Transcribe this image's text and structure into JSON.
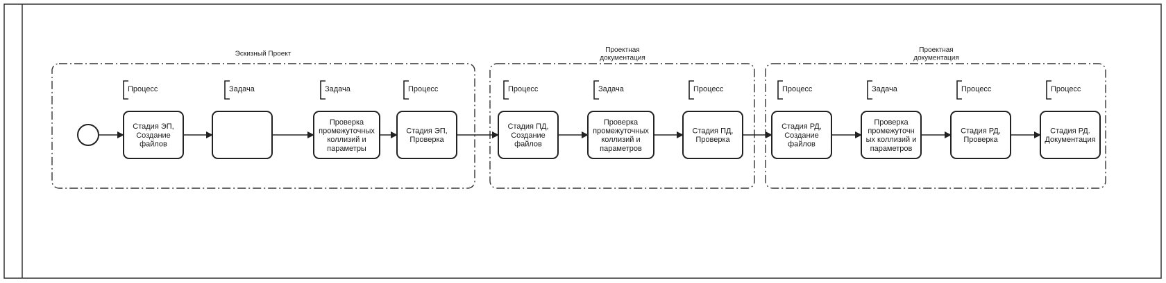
{
  "pool": {
    "name": ""
  },
  "groups": [
    {
      "id": "g1",
      "title": "Эскизный Проект"
    },
    {
      "id": "g2",
      "title": "Проектная документация"
    },
    {
      "id": "g3",
      "title": "Проектная документация"
    }
  ],
  "events": [
    {
      "id": "start",
      "type": "start-event"
    }
  ],
  "annotations": [
    {
      "id": "a1",
      "text": "Процесс"
    },
    {
      "id": "a2",
      "text": "Задача"
    },
    {
      "id": "a3",
      "text": "Задача"
    },
    {
      "id": "a4",
      "text": "Процесс"
    },
    {
      "id": "a5",
      "text": "Процесс"
    },
    {
      "id": "a6",
      "text": "Задача"
    },
    {
      "id": "a7",
      "text": "Процесс"
    },
    {
      "id": "a8",
      "text": "Процесс"
    },
    {
      "id": "a9",
      "text": "Задача"
    },
    {
      "id": "a10",
      "text": "Процесс"
    },
    {
      "id": "a11",
      "text": "Процесс"
    }
  ],
  "tasks": [
    {
      "id": "t1",
      "label": "Стадия ЭП, Создание файлов"
    },
    {
      "id": "t2",
      "label": ""
    },
    {
      "id": "t3",
      "label": "Проверка промежуточных коллизий и параметры"
    },
    {
      "id": "t4",
      "label": "Стадия ЭП, Проверка"
    },
    {
      "id": "t5",
      "label": "Стадия ПД, Создание файлов"
    },
    {
      "id": "t6",
      "label": "Проверка промежуточных коллизий и параметров"
    },
    {
      "id": "t7",
      "label": "Стадия ПД, Проверка"
    },
    {
      "id": "t8",
      "label": "Стадия РД, Создание файлов"
    },
    {
      "id": "t9",
      "label": "Проверка промежуточных коллизий и параметров"
    },
    {
      "id": "t10",
      "label": "Стадия РД, Проверка"
    },
    {
      "id": "t11",
      "label": "Стадия РД. Документация"
    }
  ],
  "flows": [
    {
      "from": "start",
      "to": "t1"
    },
    {
      "from": "t1",
      "to": "t2"
    },
    {
      "from": "t2",
      "to": "t3"
    },
    {
      "from": "t3",
      "to": "t4"
    },
    {
      "from": "t4",
      "to": "t5"
    },
    {
      "from": "t5",
      "to": "t6"
    },
    {
      "from": "t6",
      "to": "t7"
    },
    {
      "from": "t7",
      "to": "t8"
    },
    {
      "from": "t8",
      "to": "t9"
    },
    {
      "from": "t9",
      "to": "t10"
    },
    {
      "from": "t10",
      "to": "t11"
    }
  ]
}
